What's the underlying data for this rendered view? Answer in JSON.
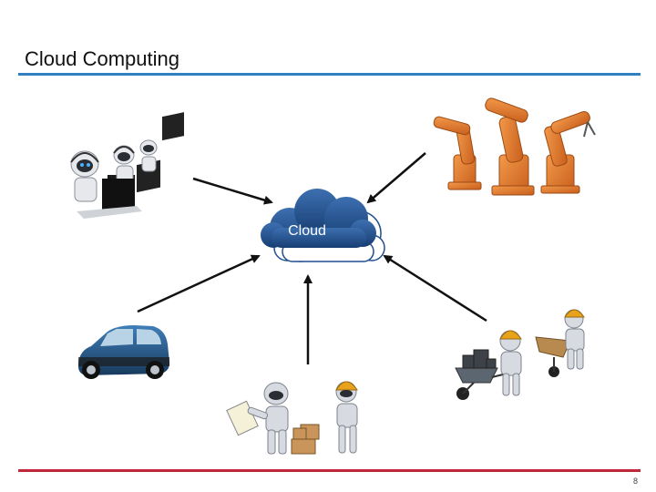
{
  "slide": {
    "title": "Cloud Computing",
    "page_number": "8"
  },
  "cloud": {
    "label": "Cloud"
  },
  "nodes": [
    {
      "icon": "robot-call-center-icon"
    },
    {
      "icon": "industrial-robot-arms-icon"
    },
    {
      "icon": "car-icon"
    },
    {
      "icon": "robot-workers-boxes-icon"
    },
    {
      "icon": "robot-wheelbarrow-icon"
    }
  ],
  "colors": {
    "title_rule": "#2f7fc1",
    "footer_rule": "#c0283a",
    "cloud": "#1f4f8f",
    "robot_arm": "#e07a2e",
    "car": "#1e4d7a"
  }
}
